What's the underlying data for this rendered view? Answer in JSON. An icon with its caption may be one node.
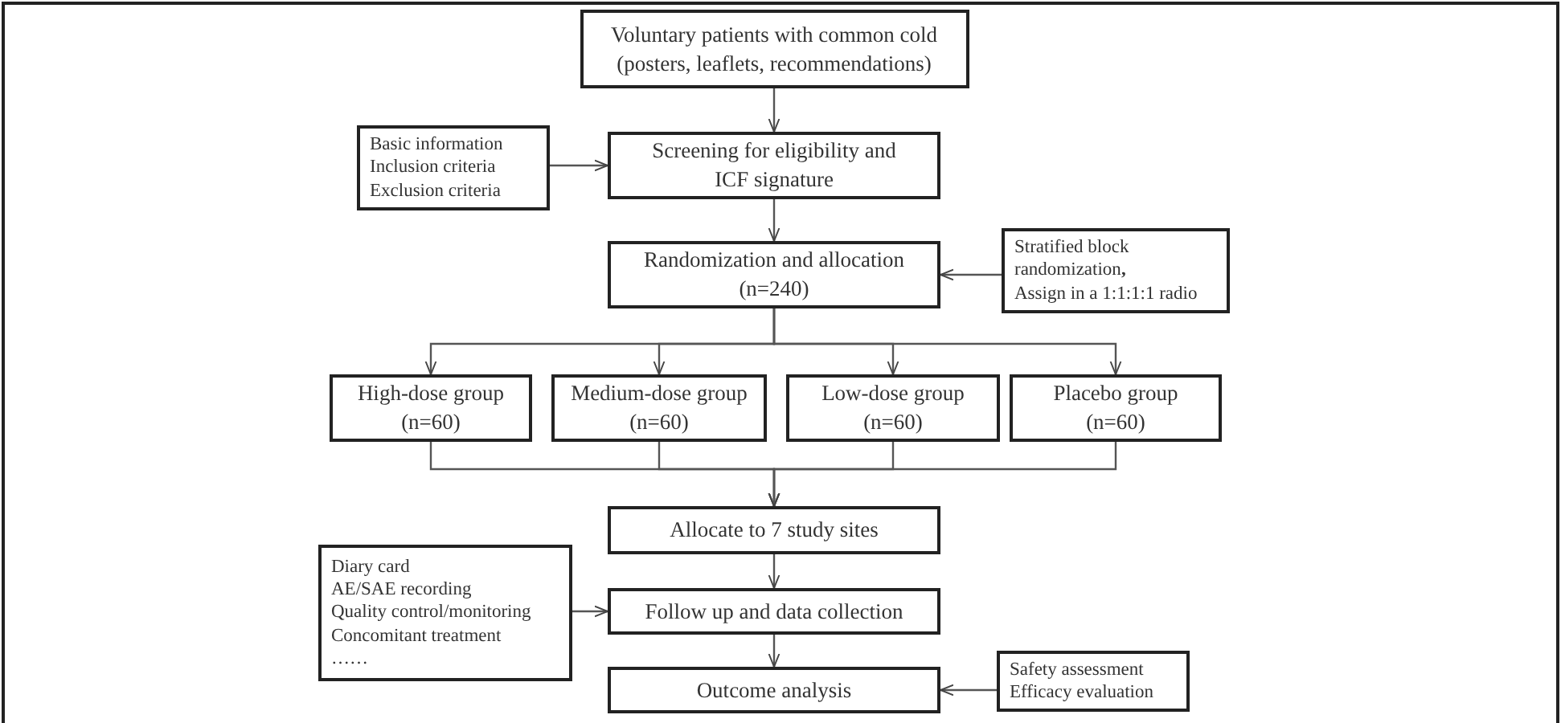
{
  "diagram": {
    "nodes": [
      {
        "text": [
          "Voluntary patients with common cold",
          "(posters, leaflets, recommendations)"
        ]
      },
      {
        "text": [
          "Basic information",
          "Inclusion criteria",
          "Exclusion criteria"
        ]
      },
      {
        "text": [
          "Screening for eligibility and ICF signature"
        ]
      },
      {
        "text": [
          "Randomization and allocation",
          "(n=240)"
        ]
      },
      {
        "text": [
          "Stratified block randomization**,**",
          "Assign in a 1:1:1:1 radio"
        ]
      },
      {
        "text": [
          "High-dose group",
          "(n=60)"
        ]
      },
      {
        "text": [
          "Medium-dose group",
          "(n=60)"
        ]
      },
      {
        "text": [
          "Low-dose group",
          "(n=60)"
        ]
      },
      {
        "text": [
          "Placebo group",
          "(n=60)"
        ]
      },
      {
        "text": [
          "Allocate to 7 study sites"
        ]
      },
      {
        "text": [
          "Diary card",
          "AE/SAE recording",
          "Quality control/monitoring",
          "Concomitant treatment",
          "……"
        ]
      },
      {
        "text": [
          "Follow up and data collection"
        ]
      },
      {
        "text": [
          "Outcome analysis"
        ]
      },
      {
        "text": [
          "Safety assessment",
          "Efficacy evaluation"
        ]
      }
    ],
    "edges": [
      {
        "from": 0,
        "to": 2,
        "arrow": "to"
      },
      {
        "from": 1,
        "to": 2,
        "arrow": "to"
      },
      {
        "from": 2,
        "to": 3,
        "arrow": "to"
      },
      {
        "from": 4,
        "to": 3,
        "arrow": "to"
      },
      {
        "from": 3,
        "to": 5,
        "arrow": "to"
      },
      {
        "from": 3,
        "to": 6,
        "arrow": "to"
      },
      {
        "from": 3,
        "to": 7,
        "arrow": "to"
      },
      {
        "from": 3,
        "to": 8,
        "arrow": "to"
      },
      {
        "from": 5,
        "to": 9,
        "arrow": "to"
      },
      {
        "from": 6,
        "to": 9,
        "arrow": "to"
      },
      {
        "from": 7,
        "to": 9,
        "arrow": "to"
      },
      {
        "from": 8,
        "to": 9,
        "arrow": "to"
      },
      {
        "from": 9,
        "to": 11,
        "arrow": "to"
      },
      {
        "from": 10,
        "to": 11,
        "arrow": "to"
      },
      {
        "from": 11,
        "to": 12,
        "arrow": "to"
      },
      {
        "from": 13,
        "to": 12,
        "arrow": "to"
      }
    ]
  }
}
